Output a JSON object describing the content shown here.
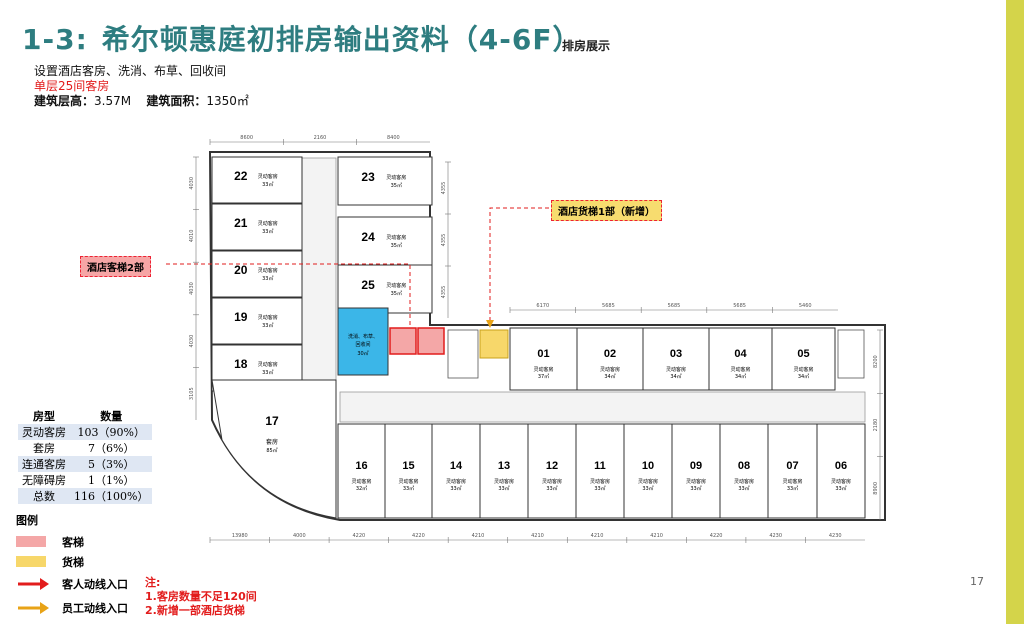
{
  "header": {
    "title_num": "1-3:",
    "title_text": "希尔顿惠庭初排房输出资料（4-6F）",
    "subtitle": "排房展示",
    "title_color": "#2e7d80",
    "accent_color": "#d4d44a"
  },
  "description": {
    "line1": "设置酒店客房、洗消、布草、回收间",
    "line2": "单层25间客房",
    "height_label": "建筑层高：",
    "height_value": "3.57M",
    "area_label": "建筑面积：",
    "area_value": "1350㎡"
  },
  "plan": {
    "dims_top_left": [
      "8600",
      "2160",
      "8400"
    ],
    "dims_top_right": [
      "6170",
      "5685",
      "5685",
      "5685",
      "5460"
    ],
    "dims_bottom": [
      "13980",
      "4000",
      "4220",
      "4220",
      "4210",
      "4210",
      "4210",
      "4210",
      "4220",
      "4230",
      "4230"
    ],
    "dims_left": [
      "4030",
      "4010",
      "4030",
      "4030",
      "3105"
    ],
    "dims_right": [
      "8200",
      "2180",
      "8900"
    ],
    "dims_mid": [
      "4355",
      "4355",
      "4355"
    ],
    "room_unit": "灵动客房",
    "left_rooms": [
      {
        "num": "22",
        "area": "33㎡"
      },
      {
        "num": "21",
        "area": "33㎡"
      },
      {
        "num": "20",
        "area": "33㎡"
      },
      {
        "num": "19",
        "area": "33㎡"
      },
      {
        "num": "18",
        "area": "33㎡"
      }
    ],
    "mid_rooms": [
      {
        "num": "23",
        "area": "35㎡"
      },
      {
        "num": "24",
        "area": "35㎡"
      },
      {
        "num": "25",
        "area": "35㎡"
      }
    ],
    "top_rooms": [
      {
        "num": "01",
        "area": "37㎡"
      },
      {
        "num": "02",
        "area": "34㎡"
      },
      {
        "num": "03",
        "area": "34㎡"
      },
      {
        "num": "04",
        "area": "34㎡"
      },
      {
        "num": "05",
        "area": "34㎡"
      }
    ],
    "bottom_rooms": [
      {
        "num": "16",
        "area": "32㎡"
      },
      {
        "num": "15",
        "area": "33㎡"
      },
      {
        "num": "14",
        "area": "33㎡"
      },
      {
        "num": "13",
        "area": "33㎡"
      },
      {
        "num": "12",
        "area": "33㎡"
      },
      {
        "num": "11",
        "area": "33㎡"
      },
      {
        "num": "10",
        "area": "33㎡"
      },
      {
        "num": "09",
        "area": "33㎡"
      },
      {
        "num": "08",
        "area": "33㎡"
      },
      {
        "num": "07",
        "area": "33㎡"
      },
      {
        "num": "06",
        "area": "33㎡"
      }
    ],
    "suite": {
      "num": "17",
      "type": "套房",
      "area": "85㎡"
    },
    "service_room": {
      "label_a": "洗消、布草、",
      "label_b": "回收间",
      "area": "30㎡"
    },
    "guest_lift_color": "#f4a7a7",
    "freight_lift_color": "#f7d76a",
    "service_color": "#3bb6e8"
  },
  "callouts": {
    "guest_lift": "酒店客梯2部",
    "freight_lift": "酒店货梯1部（新增）"
  },
  "stats": {
    "headers": [
      "房型",
      "数量"
    ],
    "rows": [
      [
        "灵动客房",
        "103（90%）"
      ],
      [
        "套房",
        "7（6%）"
      ],
      [
        "连通客房",
        "5（3%）"
      ],
      [
        "无障碍房",
        "1（1%）"
      ],
      [
        "总数",
        "116（100%）"
      ]
    ]
  },
  "legend": {
    "title": "图例",
    "items": [
      {
        "label": "客梯",
        "color": "#f4a7a7"
      },
      {
        "label": "货梯",
        "color": "#f7d76a"
      },
      {
        "label": "客人动线入口",
        "color": "#e21c1c"
      },
      {
        "label": "员工动线入口",
        "color": "#e8a317"
      }
    ]
  },
  "notes": {
    "title": "注:",
    "line1": "1.客房数量不足120间",
    "line2": "2.新增一部酒店货梯"
  },
  "page_number": "17"
}
